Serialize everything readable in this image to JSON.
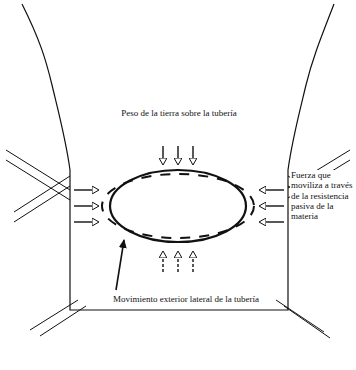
{
  "diagram": {
    "labels": [
      "Peso de la tierra sobre la tubería",
      "Fuerza que moviliza a través de la resistencia pasiva de la materia",
      "Movimiento exterior lateral de la tubería"
    ]
  }
}
